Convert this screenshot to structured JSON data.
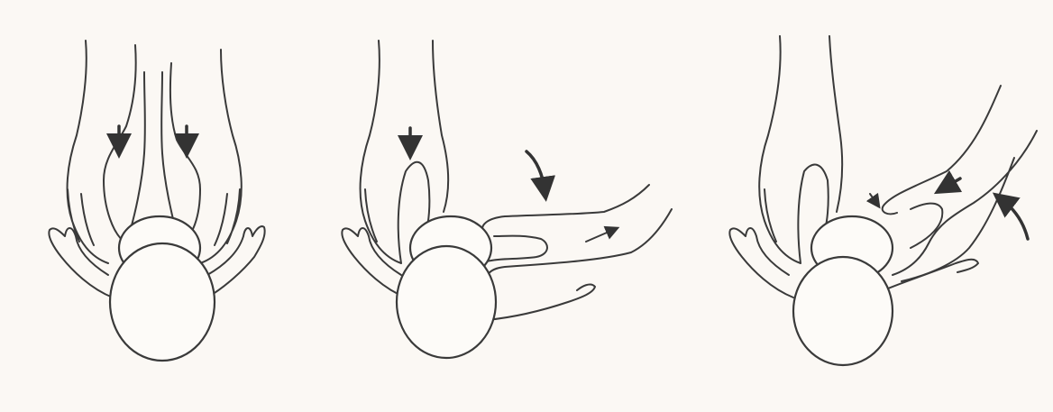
{
  "panels": [
    {
      "id": "panel-1",
      "icon": "two-hands-pressing-on-infant-shoulders-illustration"
    },
    {
      "id": "panel-2",
      "icon": "hand-rotating-infant-shoulder-illustration"
    },
    {
      "id": "panel-3",
      "icon": "two-hands-turning-infant-illustration"
    }
  ],
  "colors": {
    "paper": "#fbf8f4",
    "ink": "#3a3a3a"
  }
}
